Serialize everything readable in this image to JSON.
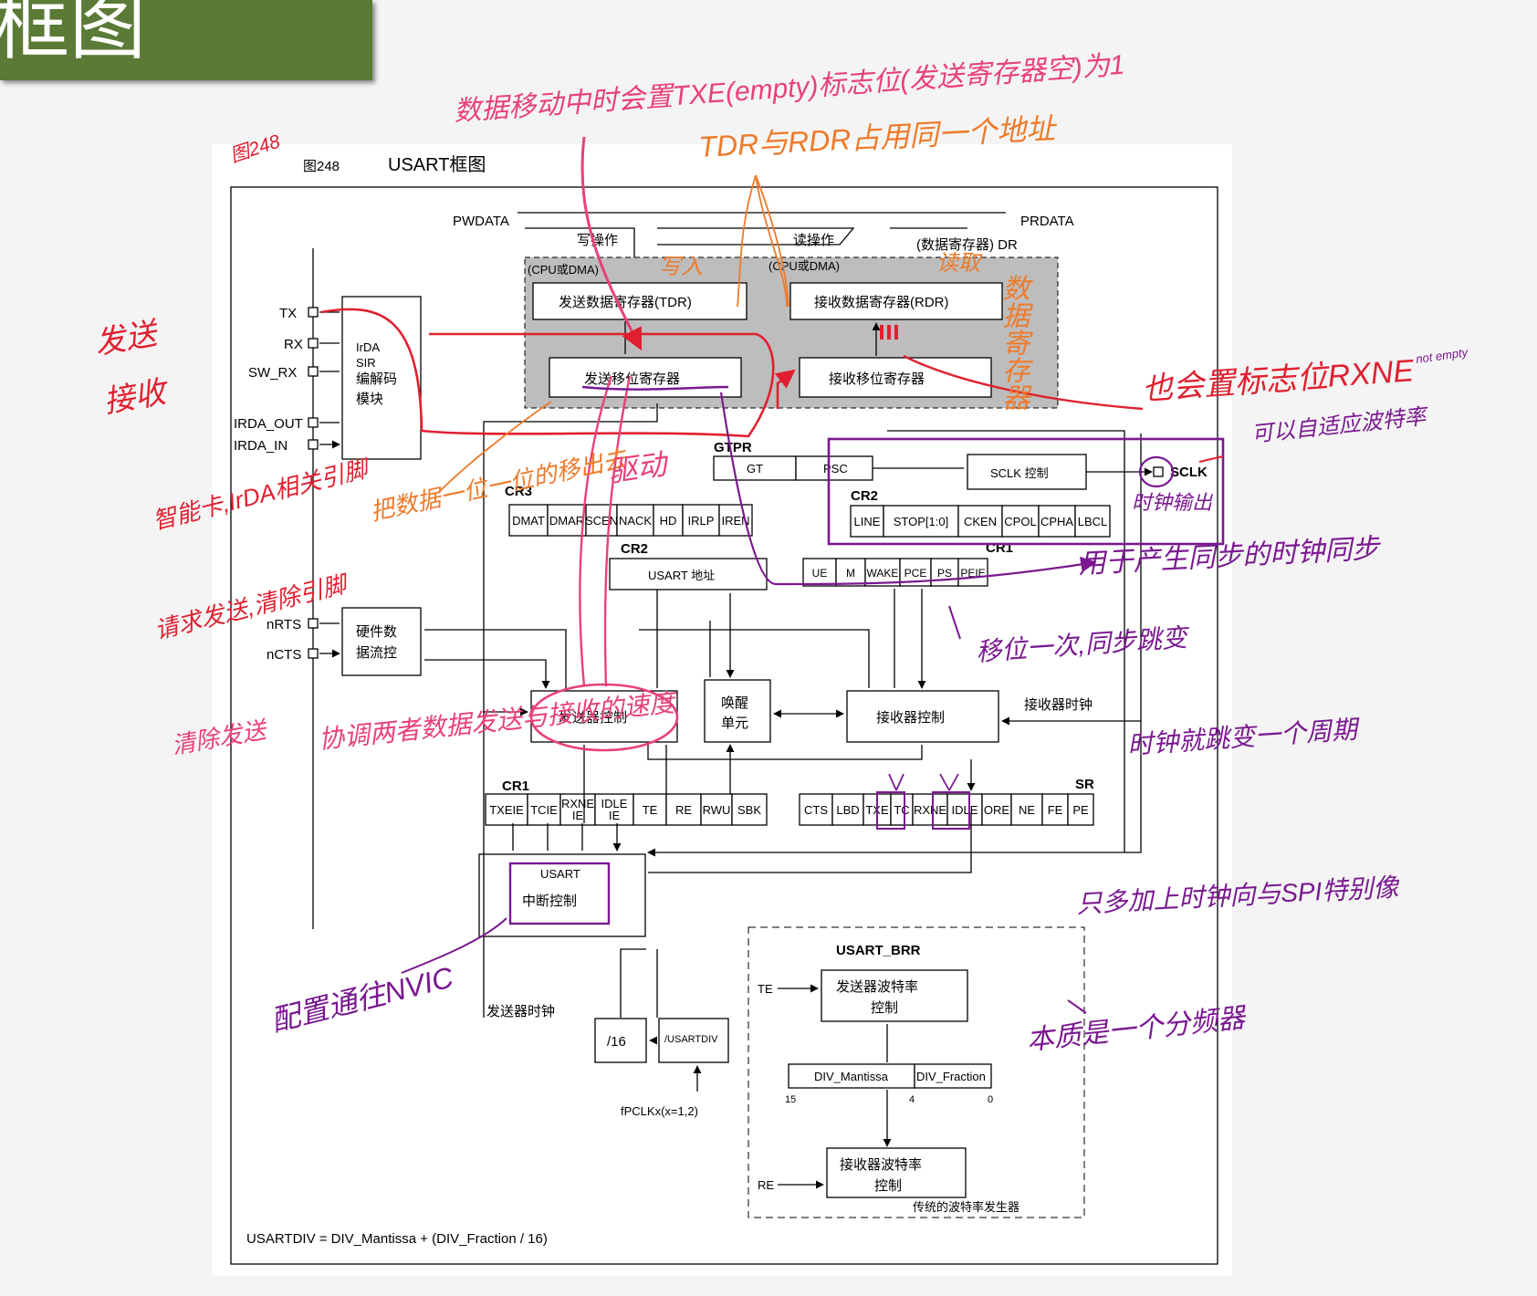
{
  "banner": {
    "title": "框图"
  },
  "figure": {
    "label": "图248",
    "title": "USART框图",
    "top_labels": {
      "pwdata": "PWDATA",
      "prdata": "PRDATA",
      "write_op": "写操作",
      "read_op": "读操作",
      "dr": "(数据寄存器) DR",
      "cpu_dma_w": "(CPU或DMA)",
      "cpu_dma_r": "(CPU或DMA)"
    },
    "registers": {
      "tdr": "发送数据寄存器(TDR)",
      "rdr": "接收数据寄存器(RDR)",
      "tx_shift": "发送移位寄存器",
      "rx_shift": "接收移位寄存器"
    },
    "irda_block": {
      "l1": "IrDA",
      "l2": "SIR",
      "l3": "编解码",
      "l4": "模块"
    },
    "flow_block": {
      "l1": "硬件数",
      "l2": "据流控"
    },
    "pins": [
      "TX",
      "RX",
      "SW_RX",
      "IRDA_OUT",
      "IRDA_IN",
      "nRTS",
      "nCTS",
      "SCLK"
    ],
    "gtpr": {
      "name": "GTPR",
      "gt": "GT",
      "psc": "PSC"
    },
    "sclk_ctrl": "SCLK 控制",
    "cr3": {
      "name": "CR3",
      "bits": [
        "DMAT",
        "DMAR",
        "SCEN",
        "NACK",
        "HD",
        "IRLP",
        "IREN"
      ]
    },
    "cr2a": {
      "name": "CR2",
      "addr": "USART 地址"
    },
    "cr2b": {
      "name": "CR2",
      "bits": [
        "LINE",
        "STOP[1:0]",
        "CKEN",
        "CPOL",
        "CPHA",
        "LBCL"
      ]
    },
    "cr1a": {
      "name": "CR1",
      "bits": [
        "UE",
        "M",
        "WAKE",
        "PCE",
        "PS",
        "PEIE"
      ]
    },
    "blocks": {
      "tx_ctrl": "发送器控制",
      "wake_l1": "唤醒",
      "wake_l2": "单元",
      "rx_ctrl": "接收器控制",
      "rx_clock": "接收器时钟",
      "int_l1": "USART",
      "int_l2": "中断控制",
      "tx_clock": "发送器时钟"
    },
    "cr1b": {
      "name": "CR1",
      "bits": [
        "TXEIE",
        "TCIE",
        "RXNE IE",
        "IDLE IE",
        "TE",
        "RE",
        "RWU",
        "SBK"
      ]
    },
    "sr": {
      "name": "SR",
      "bits": [
        "CTS",
        "LBD",
        "TXE",
        "TC",
        "RXNE",
        "IDLE",
        "ORE",
        "NE",
        "FE",
        "PE"
      ]
    },
    "brr": {
      "name": "USART_BRR",
      "te": "TE",
      "re": "RE",
      "tx_baud_l1": "发送器波特率",
      "tx_baud_l2": "控制",
      "rx_baud_l1": "接收器波特率",
      "rx_baud_l2": "控制",
      "mantissa": "DIV_Mantissa",
      "fraction": "DIV_Fraction",
      "b15": "15",
      "b4": "4",
      "b0": "0",
      "caption": "传统的波特率发生器"
    },
    "div16": "/16",
    "usartdiv": "/USARTDIV",
    "fpclk": "fPCLKx(x=1,2)",
    "formula": "USARTDIV = DIV_Mantissa + (DIV_Fraction / 16)"
  },
  "annotations": {
    "a1": "图248",
    "a2": "数据移动中时会置TXE(empty)标志位(发送寄存器空)为1",
    "a3": "TDR与RDR占用同一个地址",
    "a4": "写入",
    "a5": "读取",
    "a6": "数据寄存器",
    "a7": "也会置标志位RXNE",
    "a8": "not empty",
    "a9": "发送",
    "a10": "接收",
    "a11": "智能卡,IrDA相关引脚",
    "a12": "把数据一位一位的移出去",
    "a13": "驱动",
    "a14": "可以自适应波特率",
    "a15": "时钟输出",
    "a16": "请求发送,清除引脚",
    "a17": "用于产生同步的时钟同步",
    "a18": "移位一次,同步跳变",
    "a19": "清除发送",
    "a20": "协调两者数据发送与接收的速度",
    "a21": "时钟就跳变一个周期",
    "a22": "只多加上时钟向与SPI特别像",
    "a23": "配置通往NVIC",
    "a24": "本质是一个分频器"
  },
  "colors": {
    "banner": "#5a7a36",
    "red": "#e02030",
    "pink": "#e8407a",
    "orange": "#ee7a2a",
    "purple": "#7a1890",
    "shade": "#bdbdbd"
  }
}
